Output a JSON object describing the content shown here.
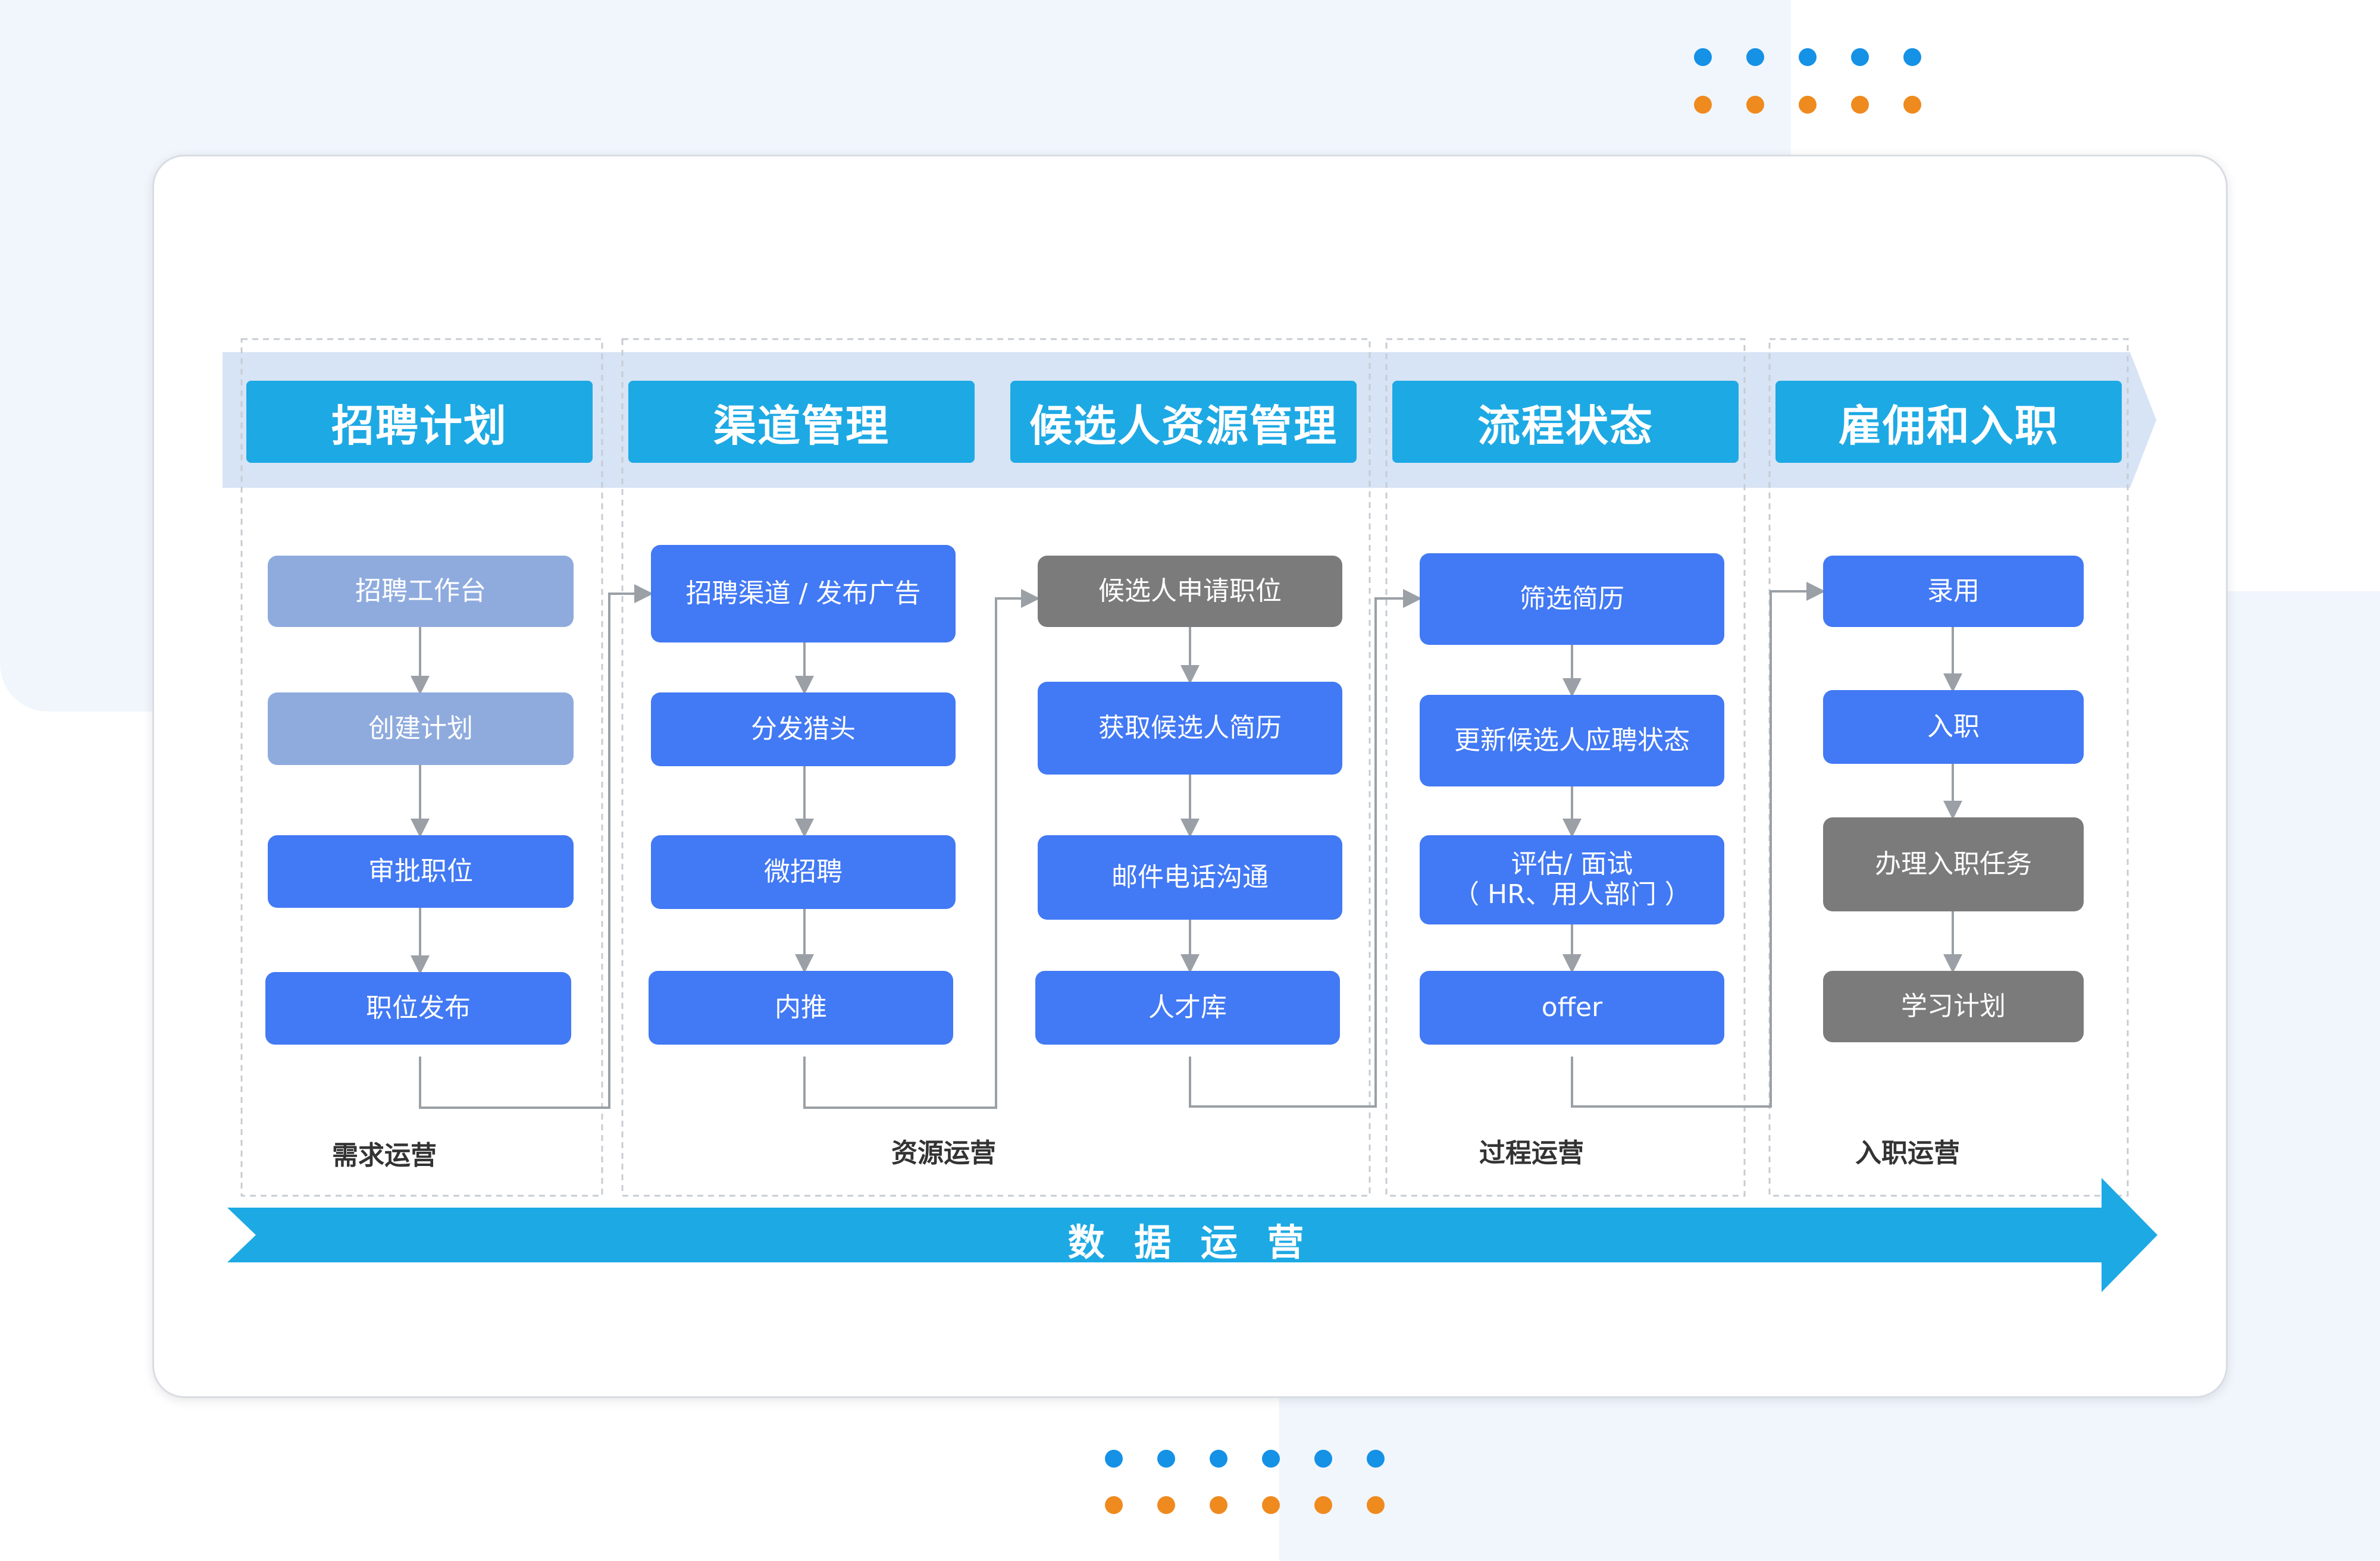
{
  "colors": {
    "header_blue": "#1da9e4",
    "node_blue": "#4279f4",
    "node_light": "#8fabde",
    "node_gray": "#7b7b7b",
    "band": "#d7e4f5",
    "dot_blue": "#1591e6",
    "dot_orange": "#ef8a1f",
    "connector": "#9aa0a6",
    "dashed": "#c7ccd3"
  },
  "diagram": {
    "headers": [
      "招聘计划",
      "渠道管理",
      "候选人资源管理",
      "流程状态",
      "雇佣和入职"
    ],
    "columns": [
      {
        "id": "plan",
        "nodes": [
          {
            "text": "招聘工作台",
            "style": "light"
          },
          {
            "text": "创建计划",
            "style": "light"
          },
          {
            "text": "审批职位",
            "style": "blue"
          },
          {
            "text": "职位发布",
            "style": "blue"
          }
        ]
      },
      {
        "id": "channel",
        "nodes": [
          {
            "text": "招聘渠道 / 发布广告",
            "style": "blue"
          },
          {
            "text": "分发猎头",
            "style": "blue"
          },
          {
            "text": "微招聘",
            "style": "blue"
          },
          {
            "text": "内推",
            "style": "blue"
          }
        ]
      },
      {
        "id": "candidate",
        "nodes": [
          {
            "text": "候选人申请职位",
            "style": "gray"
          },
          {
            "text": "获取候选人简历",
            "style": "blue"
          },
          {
            "text": "邮件电话沟通",
            "style": "blue"
          },
          {
            "text": "人才库",
            "style": "blue"
          }
        ]
      },
      {
        "id": "process",
        "nodes": [
          {
            "text": "筛选简历",
            "style": "blue"
          },
          {
            "text": "更新候选人应聘状态",
            "style": "blue"
          },
          {
            "text": "评估/ 面试",
            "text2": "（ HR、用人部门 ）",
            "style": "blue"
          },
          {
            "text": "offer",
            "style": "blue"
          }
        ]
      },
      {
        "id": "hire",
        "nodes": [
          {
            "text": "录用",
            "style": "blue"
          },
          {
            "text": "入职",
            "style": "blue"
          },
          {
            "text": "办理入职任务",
            "style": "gray"
          },
          {
            "text": "学习计划",
            "style": "gray"
          }
        ]
      }
    ],
    "section_labels": [
      "需求运营",
      "资源运营",
      "过程运营",
      "入职运营"
    ],
    "footer_label": "数 据 运 营"
  }
}
